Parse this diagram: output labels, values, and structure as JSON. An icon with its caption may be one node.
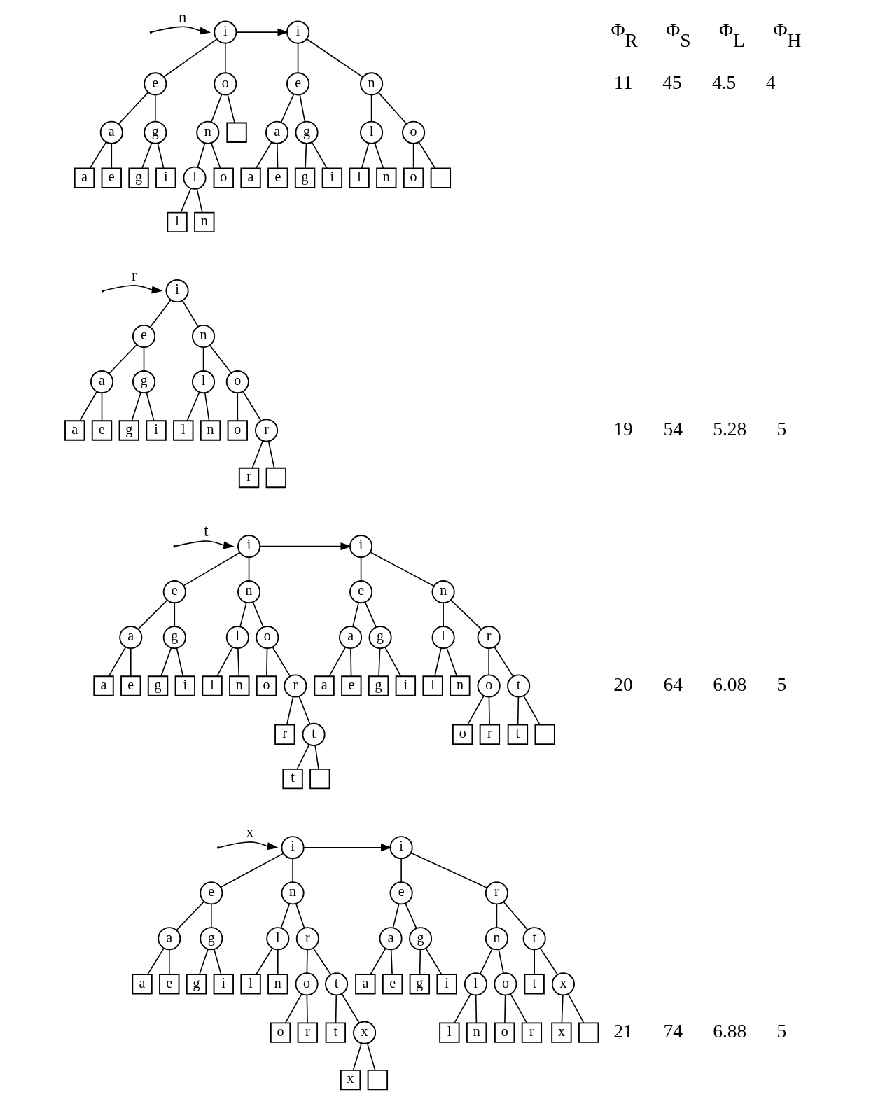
{
  "diagram": {
    "nodes": [
      {
        "text": [
          "i"
        ]
      },
      {
        "text": [
          "e"
        ]
      },
      {
        "text": [
          "o"
        ]
      },
      {
        "text": [
          "a"
        ]
      },
      {
        "text": [
          "g"
        ]
      },
      {
        "text": [
          "n"
        ]
      },
      {
        "text": [],
        "shape": "box"
      },
      {
        "text": [
          "a"
        ]
      },
      {
        "text": [
          "e"
        ]
      },
      {
        "text": [
          "g"
        ]
      },
      {
        "text": [
          "i"
        ]
      },
      {
        "text": [
          "l"
        ]
      },
      {
        "text": [
          "o"
        ]
      },
      {
        "text": [
          "l"
        ]
      },
      {
        "text": [
          "n"
        ]
      },
      {
        "text": [
          "i"
        ]
      },
      {
        "text": [
          "e"
        ]
      },
      {
        "text": [
          "n"
        ]
      },
      {
        "text": [
          "a"
        ]
      },
      {
        "text": [
          "g"
        ]
      },
      {
        "text": [
          "l"
        ]
      },
      {
        "text": [
          "o"
        ]
      },
      {
        "text": [
          "a"
        ]
      },
      {
        "text": [
          "e"
        ]
      },
      {
        "text": [
          "g"
        ]
      },
      {
        "text": [
          "i"
        ]
      },
      {
        "text": [
          "l"
        ]
      },
      {
        "text": [
          "n"
        ]
      },
      {
        "text": [
          "o"
        ]
      },
      {
        "text": [],
        "shape": "box"
      },
      {
        "text": [
          "i"
        ]
      },
      {
        "text": [
          "e"
        ]
      },
      {
        "text": [
          "n"
        ]
      },
      {
        "text": [
          "a"
        ]
      },
      {
        "text": [
          "g"
        ]
      },
      {
        "text": [
          "l"
        ]
      },
      {
        "text": [
          "o"
        ]
      },
      {
        "text": [
          "a"
        ]
      },
      {
        "text": [
          "e"
        ]
      },
      {
        "text": [
          "g"
        ]
      },
      {
        "text": [
          "i"
        ]
      },
      {
        "text": [
          "l"
        ]
      },
      {
        "text": [
          "n"
        ]
      },
      {
        "text": [
          "o"
        ]
      },
      {
        "text": [
          "r"
        ]
      },
      {
        "text": [
          "r"
        ]
      },
      {
        "text": [],
        "shape": "box"
      },
      {
        "text": [
          "i"
        ]
      },
      {
        "text": [
          "e"
        ]
      },
      {
        "text": [
          "n"
        ]
      },
      {
        "text": [
          "a"
        ]
      },
      {
        "text": [
          "g"
        ]
      },
      {
        "text": [
          "l"
        ]
      },
      {
        "text": [
          "o"
        ]
      },
      {
        "text": [
          "a"
        ]
      },
      {
        "text": [
          "e"
        ]
      },
      {
        "text": [
          "g"
        ]
      },
      {
        "text": [
          "i"
        ]
      },
      {
        "text": [
          "l"
        ]
      },
      {
        "text": [
          "n"
        ]
      },
      {
        "text": [
          "o"
        ]
      },
      {
        "text": [
          "r"
        ]
      },
      {
        "text": [
          "r"
        ]
      },
      {
        "text": [
          "t"
        ]
      },
      {
        "text": [
          "t"
        ]
      },
      {
        "text": [],
        "shape": "box"
      },
      {
        "text": [
          "i"
        ]
      },
      {
        "text": [
          "e"
        ]
      },
      {
        "text": [
          "n"
        ]
      },
      {
        "text": [
          "a"
        ]
      },
      {
        "text": [
          "g"
        ]
      },
      {
        "text": [
          "l"
        ]
      },
      {
        "text": [
          "r"
        ]
      },
      {
        "text": [
          "a"
        ]
      },
      {
        "text": [
          "e"
        ]
      },
      {
        "text": [
          "g"
        ]
      },
      {
        "text": [
          "i"
        ]
      },
      {
        "text": [
          "l"
        ]
      },
      {
        "text": [
          "n"
        ]
      },
      {
        "text": [
          "o"
        ]
      },
      {
        "text": [
          "t"
        ]
      },
      {
        "text": [
          "o"
        ]
      },
      {
        "text": [
          "r"
        ]
      },
      {
        "text": [
          "t"
        ]
      },
      {
        "text": [],
        "shape": "box"
      },
      {
        "text": [
          "i"
        ]
      },
      {
        "text": [
          "e"
        ]
      },
      {
        "text": [
          "n"
        ]
      },
      {
        "text": [
          "a"
        ]
      },
      {
        "text": [
          "g"
        ]
      },
      {
        "text": [
          "l"
        ]
      },
      {
        "text": [
          "r"
        ]
      },
      {
        "text": [
          "a"
        ]
      },
      {
        "text": [
          "e"
        ]
      },
      {
        "text": [
          "g"
        ]
      },
      {
        "text": [
          "i"
        ]
      },
      {
        "text": [
          "l"
        ]
      },
      {
        "text": [
          "n"
        ]
      },
      {
        "text": [
          "o"
        ]
      },
      {
        "text": [
          "t"
        ]
      },
      {
        "text": [
          "o"
        ]
      },
      {
        "text": [
          "r"
        ]
      },
      {
        "text": [
          "t"
        ]
      },
      {
        "text": [
          "x"
        ]
      },
      {
        "text": [
          "x"
        ]
      },
      {
        "text": [],
        "shape": "box"
      },
      {
        "text": [
          "i"
        ]
      },
      {
        "text": [
          "e"
        ]
      },
      {
        "text": [
          "r"
        ]
      },
      {
        "text": [
          "a"
        ]
      },
      {
        "text": [
          "g"
        ]
      },
      {
        "text": [
          "n"
        ]
      },
      {
        "text": [
          "t"
        ]
      },
      {
        "text": [
          "a"
        ]
      },
      {
        "text": [
          "e"
        ]
      },
      {
        "text": [
          "g"
        ]
      },
      {
        "text": [
          "i"
        ]
      },
      {
        "text": [
          "l"
        ]
      },
      {
        "text": [
          "o"
        ]
      },
      {
        "text": [
          "t"
        ]
      },
      {
        "text": [
          "x"
        ]
      },
      {
        "text": [
          "l"
        ]
      },
      {
        "text": [
          "n"
        ]
      },
      {
        "text": [
          "o"
        ]
      },
      {
        "text": [
          "r"
        ]
      },
      {
        "text": [
          "x"
        ]
      },
      {
        "text": [],
        "shape": "box"
      }
    ],
    "edges": [
      {
        "from": null,
        "to": 0,
        "arrow": "to",
        "label": "n"
      },
      {
        "from": 0,
        "to": 1,
        "arrow": "none"
      },
      {
        "from": 0,
        "to": 2,
        "arrow": "none"
      },
      {
        "from": 1,
        "to": 3,
        "arrow": "none"
      },
      {
        "from": 1,
        "to": 4,
        "arrow": "none"
      },
      {
        "from": 2,
        "to": 5,
        "arrow": "none"
      },
      {
        "from": 2,
        "to": 6,
        "arrow": "none"
      },
      {
        "from": 3,
        "to": 7,
        "arrow": "none"
      },
      {
        "from": 3,
        "to": 8,
        "arrow": "none"
      },
      {
        "from": 4,
        "to": 9,
        "arrow": "none"
      },
      {
        "from": 4,
        "to": 10,
        "arrow": "none"
      },
      {
        "from": 5,
        "to": 11,
        "arrow": "none"
      },
      {
        "from": 5,
        "to": 12,
        "arrow": "none"
      },
      {
        "from": 11,
        "to": 13,
        "arrow": "none"
      },
      {
        "from": 11,
        "to": 14,
        "arrow": "none"
      },
      {
        "from": 0,
        "to": 15,
        "arrow": "to"
      },
      {
        "from": 15,
        "to": 16,
        "arrow": "none"
      },
      {
        "from": 15,
        "to": 17,
        "arrow": "none"
      },
      {
        "from": 16,
        "to": 18,
        "arrow": "none"
      },
      {
        "from": 16,
        "to": 19,
        "arrow": "none"
      },
      {
        "from": 17,
        "to": 20,
        "arrow": "none"
      },
      {
        "from": 17,
        "to": 21,
        "arrow": "none"
      },
      {
        "from": 18,
        "to": 22,
        "arrow": "none"
      },
      {
        "from": 18,
        "to": 23,
        "arrow": "none"
      },
      {
        "from": 19,
        "to": 24,
        "arrow": "none"
      },
      {
        "from": 19,
        "to": 25,
        "arrow": "none"
      },
      {
        "from": 20,
        "to": 26,
        "arrow": "none"
      },
      {
        "from": 20,
        "to": 27,
        "arrow": "none"
      },
      {
        "from": 21,
        "to": 28,
        "arrow": "none"
      },
      {
        "from": 21,
        "to": 29,
        "arrow": "none"
      },
      {
        "from": null,
        "to": 30,
        "arrow": "to",
        "label": "r"
      },
      {
        "from": 30,
        "to": 31,
        "arrow": "none"
      },
      {
        "from": 30,
        "to": 32,
        "arrow": "none"
      },
      {
        "from": 31,
        "to": 33,
        "arrow": "none"
      },
      {
        "from": 31,
        "to": 34,
        "arrow": "none"
      },
      {
        "from": 32,
        "to": 35,
        "arrow": "none"
      },
      {
        "from": 32,
        "to": 36,
        "arrow": "none"
      },
      {
        "from": 33,
        "to": 37,
        "arrow": "none"
      },
      {
        "from": 33,
        "to": 38,
        "arrow": "none"
      },
      {
        "from": 34,
        "to": 39,
        "arrow": "none"
      },
      {
        "from": 34,
        "to": 40,
        "arrow": "none"
      },
      {
        "from": 35,
        "to": 41,
        "arrow": "none"
      },
      {
        "from": 35,
        "to": 42,
        "arrow": "none"
      },
      {
        "from": 36,
        "to": 43,
        "arrow": "none"
      },
      {
        "from": 36,
        "to": 44,
        "arrow": "none"
      },
      {
        "from": 44,
        "to": 45,
        "arrow": "none"
      },
      {
        "from": 44,
        "to": 46,
        "arrow": "none"
      },
      {
        "from": null,
        "to": 47,
        "arrow": "to",
        "label": "t"
      },
      {
        "from": 47,
        "to": 48,
        "arrow": "none"
      },
      {
        "from": 47,
        "to": 49,
        "arrow": "none"
      },
      {
        "from": 48,
        "to": 50,
        "arrow": "none"
      },
      {
        "from": 48,
        "to": 51,
        "arrow": "none"
      },
      {
        "from": 49,
        "to": 52,
        "arrow": "none"
      },
      {
        "from": 49,
        "to": 53,
        "arrow": "none"
      },
      {
        "from": 50,
        "to": 54,
        "arrow": "none"
      },
      {
        "from": 50,
        "to": 55,
        "arrow": "none"
      },
      {
        "from": 51,
        "to": 56,
        "arrow": "none"
      },
      {
        "from": 51,
        "to": 57,
        "arrow": "none"
      },
      {
        "from": 52,
        "to": 58,
        "arrow": "none"
      },
      {
        "from": 52,
        "to": 59,
        "arrow": "none"
      },
      {
        "from": 53,
        "to": 60,
        "arrow": "none"
      },
      {
        "from": 53,
        "to": 61,
        "arrow": "none"
      },
      {
        "from": 61,
        "to": 62,
        "arrow": "none"
      },
      {
        "from": 61,
        "to": 63,
        "arrow": "none"
      },
      {
        "from": 63,
        "to": 64,
        "arrow": "none"
      },
      {
        "from": 63,
        "to": 65,
        "arrow": "none"
      },
      {
        "from": 47,
        "to": 66,
        "arrow": "to"
      },
      {
        "from": 66,
        "to": 67,
        "arrow": "none"
      },
      {
        "from": 66,
        "to": 68,
        "arrow": "none"
      },
      {
        "from": 67,
        "to": 69,
        "arrow": "none"
      },
      {
        "from": 67,
        "to": 70,
        "arrow": "none"
      },
      {
        "from": 68,
        "to": 71,
        "arrow": "none"
      },
      {
        "from": 68,
        "to": 72,
        "arrow": "none"
      },
      {
        "from": 69,
        "to": 73,
        "arrow": "none"
      },
      {
        "from": 69,
        "to": 74,
        "arrow": "none"
      },
      {
        "from": 70,
        "to": 75,
        "arrow": "none"
      },
      {
        "from": 70,
        "to": 76,
        "arrow": "none"
      },
      {
        "from": 71,
        "to": 77,
        "arrow": "none"
      },
      {
        "from": 71,
        "to": 78,
        "arrow": "none"
      },
      {
        "from": 72,
        "to": 79,
        "arrow": "none"
      },
      {
        "from": 72,
        "to": 80,
        "arrow": "none"
      },
      {
        "from": 79,
        "to": 81,
        "arrow": "none"
      },
      {
        "from": 79,
        "to": 82,
        "arrow": "none"
      },
      {
        "from": 80,
        "to": 83,
        "arrow": "none"
      },
      {
        "from": 80,
        "to": 84,
        "arrow": "none"
      },
      {
        "from": null,
        "to": 85,
        "arrow": "to",
        "label": "x"
      },
      {
        "from": 85,
        "to": 86,
        "arrow": "none"
      },
      {
        "from": 85,
        "to": 87,
        "arrow": "none"
      },
      {
        "from": 86,
        "to": 88,
        "arrow": "none"
      },
      {
        "from": 86,
        "to": 89,
        "arrow": "none"
      },
      {
        "from": 87,
        "to": 90,
        "arrow": "none"
      },
      {
        "from": 87,
        "to": 91,
        "arrow": "none"
      },
      {
        "from": 88,
        "to": 92,
        "arrow": "none"
      },
      {
        "from": 88,
        "to": 93,
        "arrow": "none"
      },
      {
        "from": 89,
        "to": 94,
        "arrow": "none"
      },
      {
        "from": 89,
        "to": 95,
        "arrow": "none"
      },
      {
        "from": 90,
        "to": 96,
        "arrow": "none"
      },
      {
        "from": 90,
        "to": 97,
        "arrow": "none"
      },
      {
        "from": 91,
        "to": 98,
        "arrow": "none"
      },
      {
        "from": 91,
        "to": 99,
        "arrow": "none"
      },
      {
        "from": 98,
        "to": 100,
        "arrow": "none"
      },
      {
        "from": 98,
        "to": 101,
        "arrow": "none"
      },
      {
        "from": 99,
        "to": 102,
        "arrow": "none"
      },
      {
        "from": 99,
        "to": 103,
        "arrow": "none"
      },
      {
        "from": 103,
        "to": 104,
        "arrow": "none"
      },
      {
        "from": 103,
        "to": 105,
        "arrow": "none"
      },
      {
        "from": 85,
        "to": 106,
        "arrow": "to"
      },
      {
        "from": 106,
        "to": 107,
        "arrow": "none"
      },
      {
        "from": 106,
        "to": 108,
        "arrow": "none"
      },
      {
        "from": 107,
        "to": 109,
        "arrow": "none"
      },
      {
        "from": 107,
        "to": 110,
        "arrow": "none"
      },
      {
        "from": 108,
        "to": 111,
        "arrow": "none"
      },
      {
        "from": 108,
        "to": 112,
        "arrow": "none"
      },
      {
        "from": 109,
        "to": 113,
        "arrow": "none"
      },
      {
        "from": 109,
        "to": 114,
        "arrow": "none"
      },
      {
        "from": 110,
        "to": 115,
        "arrow": "none"
      },
      {
        "from": 110,
        "to": 116,
        "arrow": "none"
      },
      {
        "from": 111,
        "to": 117,
        "arrow": "none"
      },
      {
        "from": 111,
        "to": 118,
        "arrow": "none"
      },
      {
        "from": 112,
        "to": 119,
        "arrow": "none"
      },
      {
        "from": 112,
        "to": 120,
        "arrow": "none"
      },
      {
        "from": 117,
        "to": 121,
        "arrow": "none"
      },
      {
        "from": 117,
        "to": 122,
        "arrow": "none"
      },
      {
        "from": 118,
        "to": 123,
        "arrow": "none"
      },
      {
        "from": 118,
        "to": 124,
        "arrow": "none"
      },
      {
        "from": 120,
        "to": 125,
        "arrow": "none"
      },
      {
        "from": 120,
        "to": 126,
        "arrow": "none"
      }
    ],
    "labels": [
      "Φ$_{R}$",
      "Φ$_{S}$",
      "Φ$_{L}$",
      "Φ$_{H}$",
      "11",
      "45",
      "4.5",
      "4",
      "19",
      "54",
      "5.28",
      "5",
      "20",
      "64",
      "6.08",
      "5",
      "21",
      "74",
      "6.88",
      "5"
    ]
  }
}
